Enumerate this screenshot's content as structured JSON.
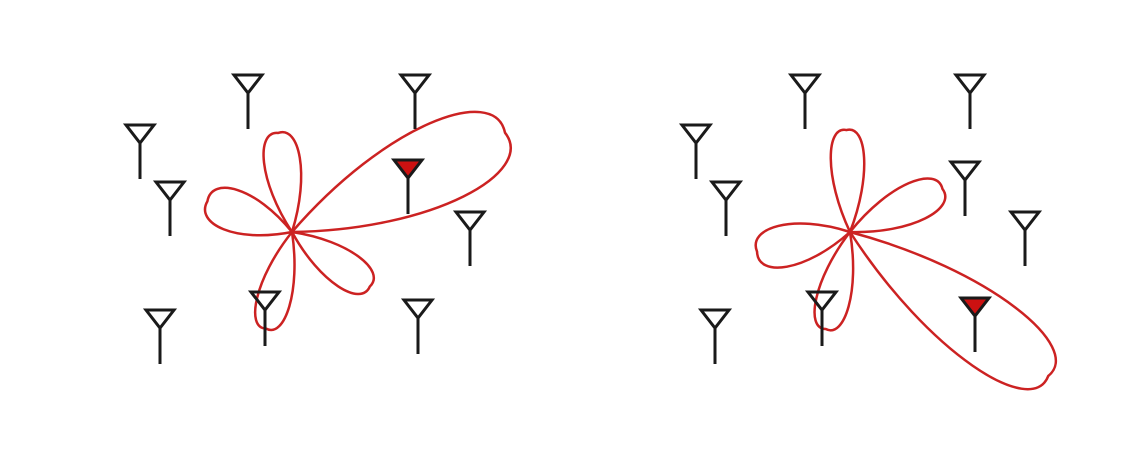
{
  "colors": {
    "beam": "#cc2222",
    "antenna": "#1a1a1a",
    "target_fill": "#cc1111"
  },
  "panels": [
    {
      "name": "left-panel",
      "antennas": [
        {
          "icon": "antenna-icon",
          "active": false
        },
        {
          "icon": "antenna-icon",
          "active": false
        },
        {
          "icon": "antenna-icon",
          "active": false
        },
        {
          "icon": "antenna-icon",
          "active": false
        },
        {
          "icon": "antenna-icon",
          "active": true
        },
        {
          "icon": "antenna-icon",
          "active": false
        },
        {
          "icon": "antenna-icon",
          "active": false
        },
        {
          "icon": "antenna-icon",
          "active": false
        },
        {
          "icon": "antenna-icon",
          "active": false
        }
      ],
      "beam": {
        "icon": "radiation-pattern-icon",
        "main_lobe": "upper-right"
      }
    },
    {
      "name": "right-panel",
      "antennas": [
        {
          "icon": "antenna-icon",
          "active": false
        },
        {
          "icon": "antenna-icon",
          "active": false
        },
        {
          "icon": "antenna-icon",
          "active": false
        },
        {
          "icon": "antenna-icon",
          "active": false
        },
        {
          "icon": "antenna-icon",
          "active": false
        },
        {
          "icon": "antenna-icon",
          "active": false
        },
        {
          "icon": "antenna-icon",
          "active": false
        },
        {
          "icon": "antenna-icon",
          "active": false
        },
        {
          "icon": "antenna-icon",
          "active": true
        }
      ],
      "beam": {
        "icon": "radiation-pattern-icon",
        "main_lobe": "lower-right"
      }
    }
  ]
}
